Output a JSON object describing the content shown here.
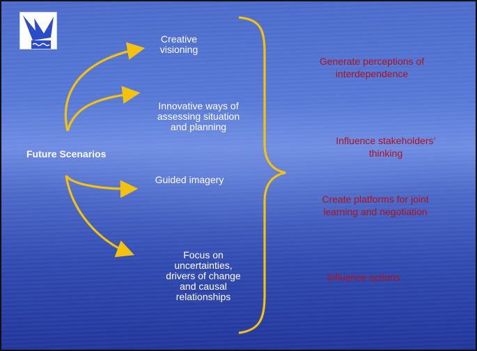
{
  "diagram": {
    "source_label": "Future Scenarios",
    "methods": [
      {
        "label": "Creative\nvisioning"
      },
      {
        "label": "Innovative ways of\nassessing situation\nand planning"
      },
      {
        "label": "Guided imagery"
      },
      {
        "label": "Focus on\nuncertainties,\ndrivers of change\nand causal\nrelationships"
      }
    ],
    "outcomes": [
      {
        "label": "Generate perceptions of\ninterdependence"
      },
      {
        "label": "Influence stakeholders’\nthinking"
      },
      {
        "label": "Create platforms for joint\nlearning and negotiation"
      },
      {
        "label": "Influence actions"
      }
    ]
  },
  "colors": {
    "arrow": "#f4c20d",
    "outcome_text": "#b0121c",
    "method_text": "#ffffff",
    "background": "#3f5fc4"
  },
  "icons": {
    "logo": "bird-logo-icon"
  }
}
